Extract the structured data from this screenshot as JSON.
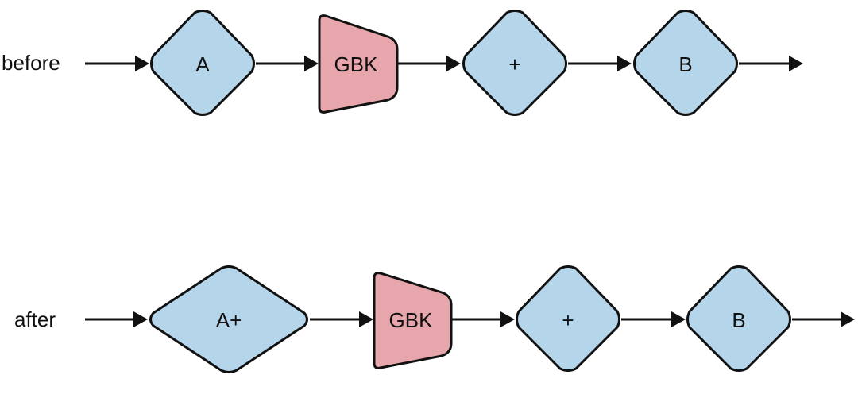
{
  "rows": [
    {
      "label": "before",
      "nodes": [
        {
          "text": "A",
          "shape": "diamond"
        },
        {
          "text": "GBK",
          "shape": "gbk"
        },
        {
          "text": "+",
          "shape": "diamond"
        },
        {
          "text": "B",
          "shape": "diamond"
        }
      ]
    },
    {
      "label": "after",
      "nodes": [
        {
          "text": "A+",
          "shape": "diamond"
        },
        {
          "text": "GBK",
          "shape": "gbk"
        },
        {
          "text": "+",
          "shape": "diamond"
        },
        {
          "text": "B",
          "shape": "diamond"
        }
      ]
    }
  ],
  "colors": {
    "diamond_fill": "#b5d5ea",
    "gbk_fill": "#e6a6ab",
    "stroke": "#111111"
  }
}
